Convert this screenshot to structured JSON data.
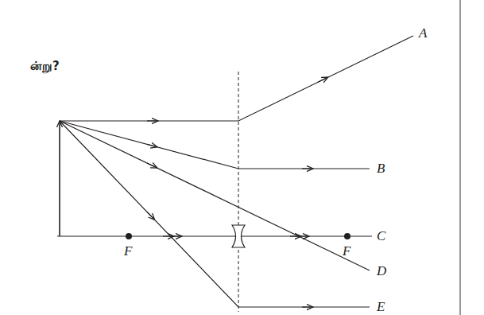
{
  "diagram": {
    "labels": [
      "ன்று?",
      "A",
      "B",
      "C",
      "D",
      "E",
      "F",
      "F"
    ]
  }
}
